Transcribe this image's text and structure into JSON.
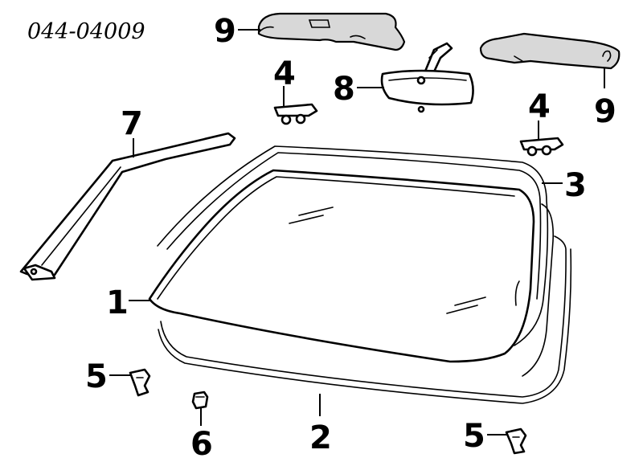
{
  "part_code": "044-04009",
  "callouts": {
    "windshield_glass": "1",
    "lower_molding": "2",
    "upper_molding": "3",
    "visor_clip_left": "4",
    "visor_clip_right": "4",
    "retainer_clip_left": "5",
    "retainer_clip_right": "5",
    "spacer": "6",
    "pillar_garnish": "7",
    "rearview_mirror": "8",
    "sun_visor_left": "9",
    "sun_visor_right": "9"
  }
}
